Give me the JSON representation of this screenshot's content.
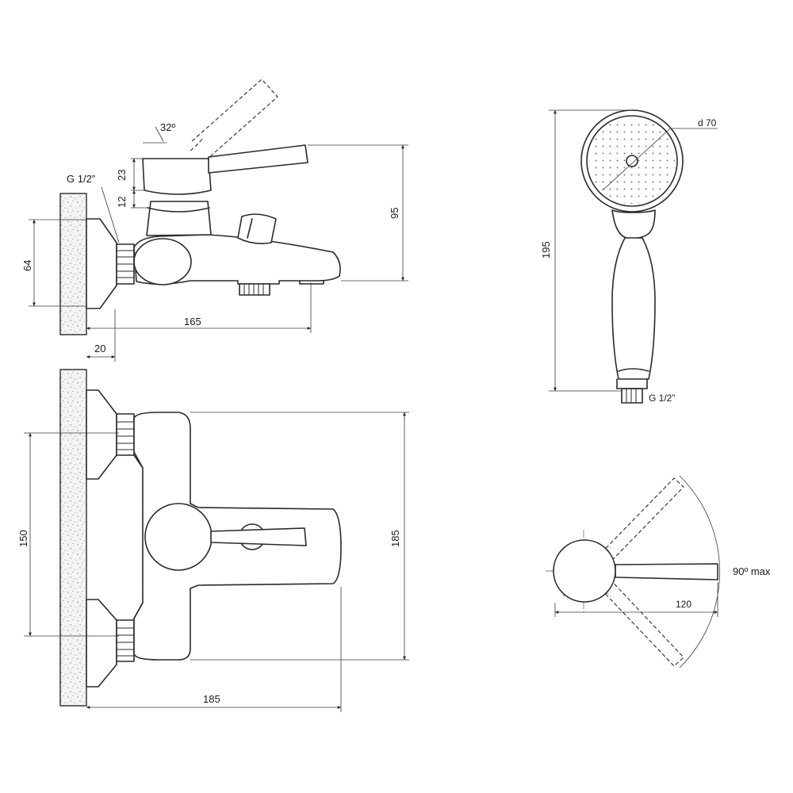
{
  "labels": {
    "angle_lever": "32º",
    "thread_inlet": "G 1/2”",
    "dim_23": "23",
    "dim_12": "12",
    "dim_95": "95",
    "dim_64": "64",
    "dim_165": "165",
    "dim_20": "20",
    "dim_150": "150",
    "dim_185_v": "185",
    "dim_185_h": "185",
    "dim_195": "195",
    "dim_d70": "d 70",
    "thread_shower": "G 1/2”",
    "angle_handle": "90º max",
    "dim_120": "120"
  }
}
